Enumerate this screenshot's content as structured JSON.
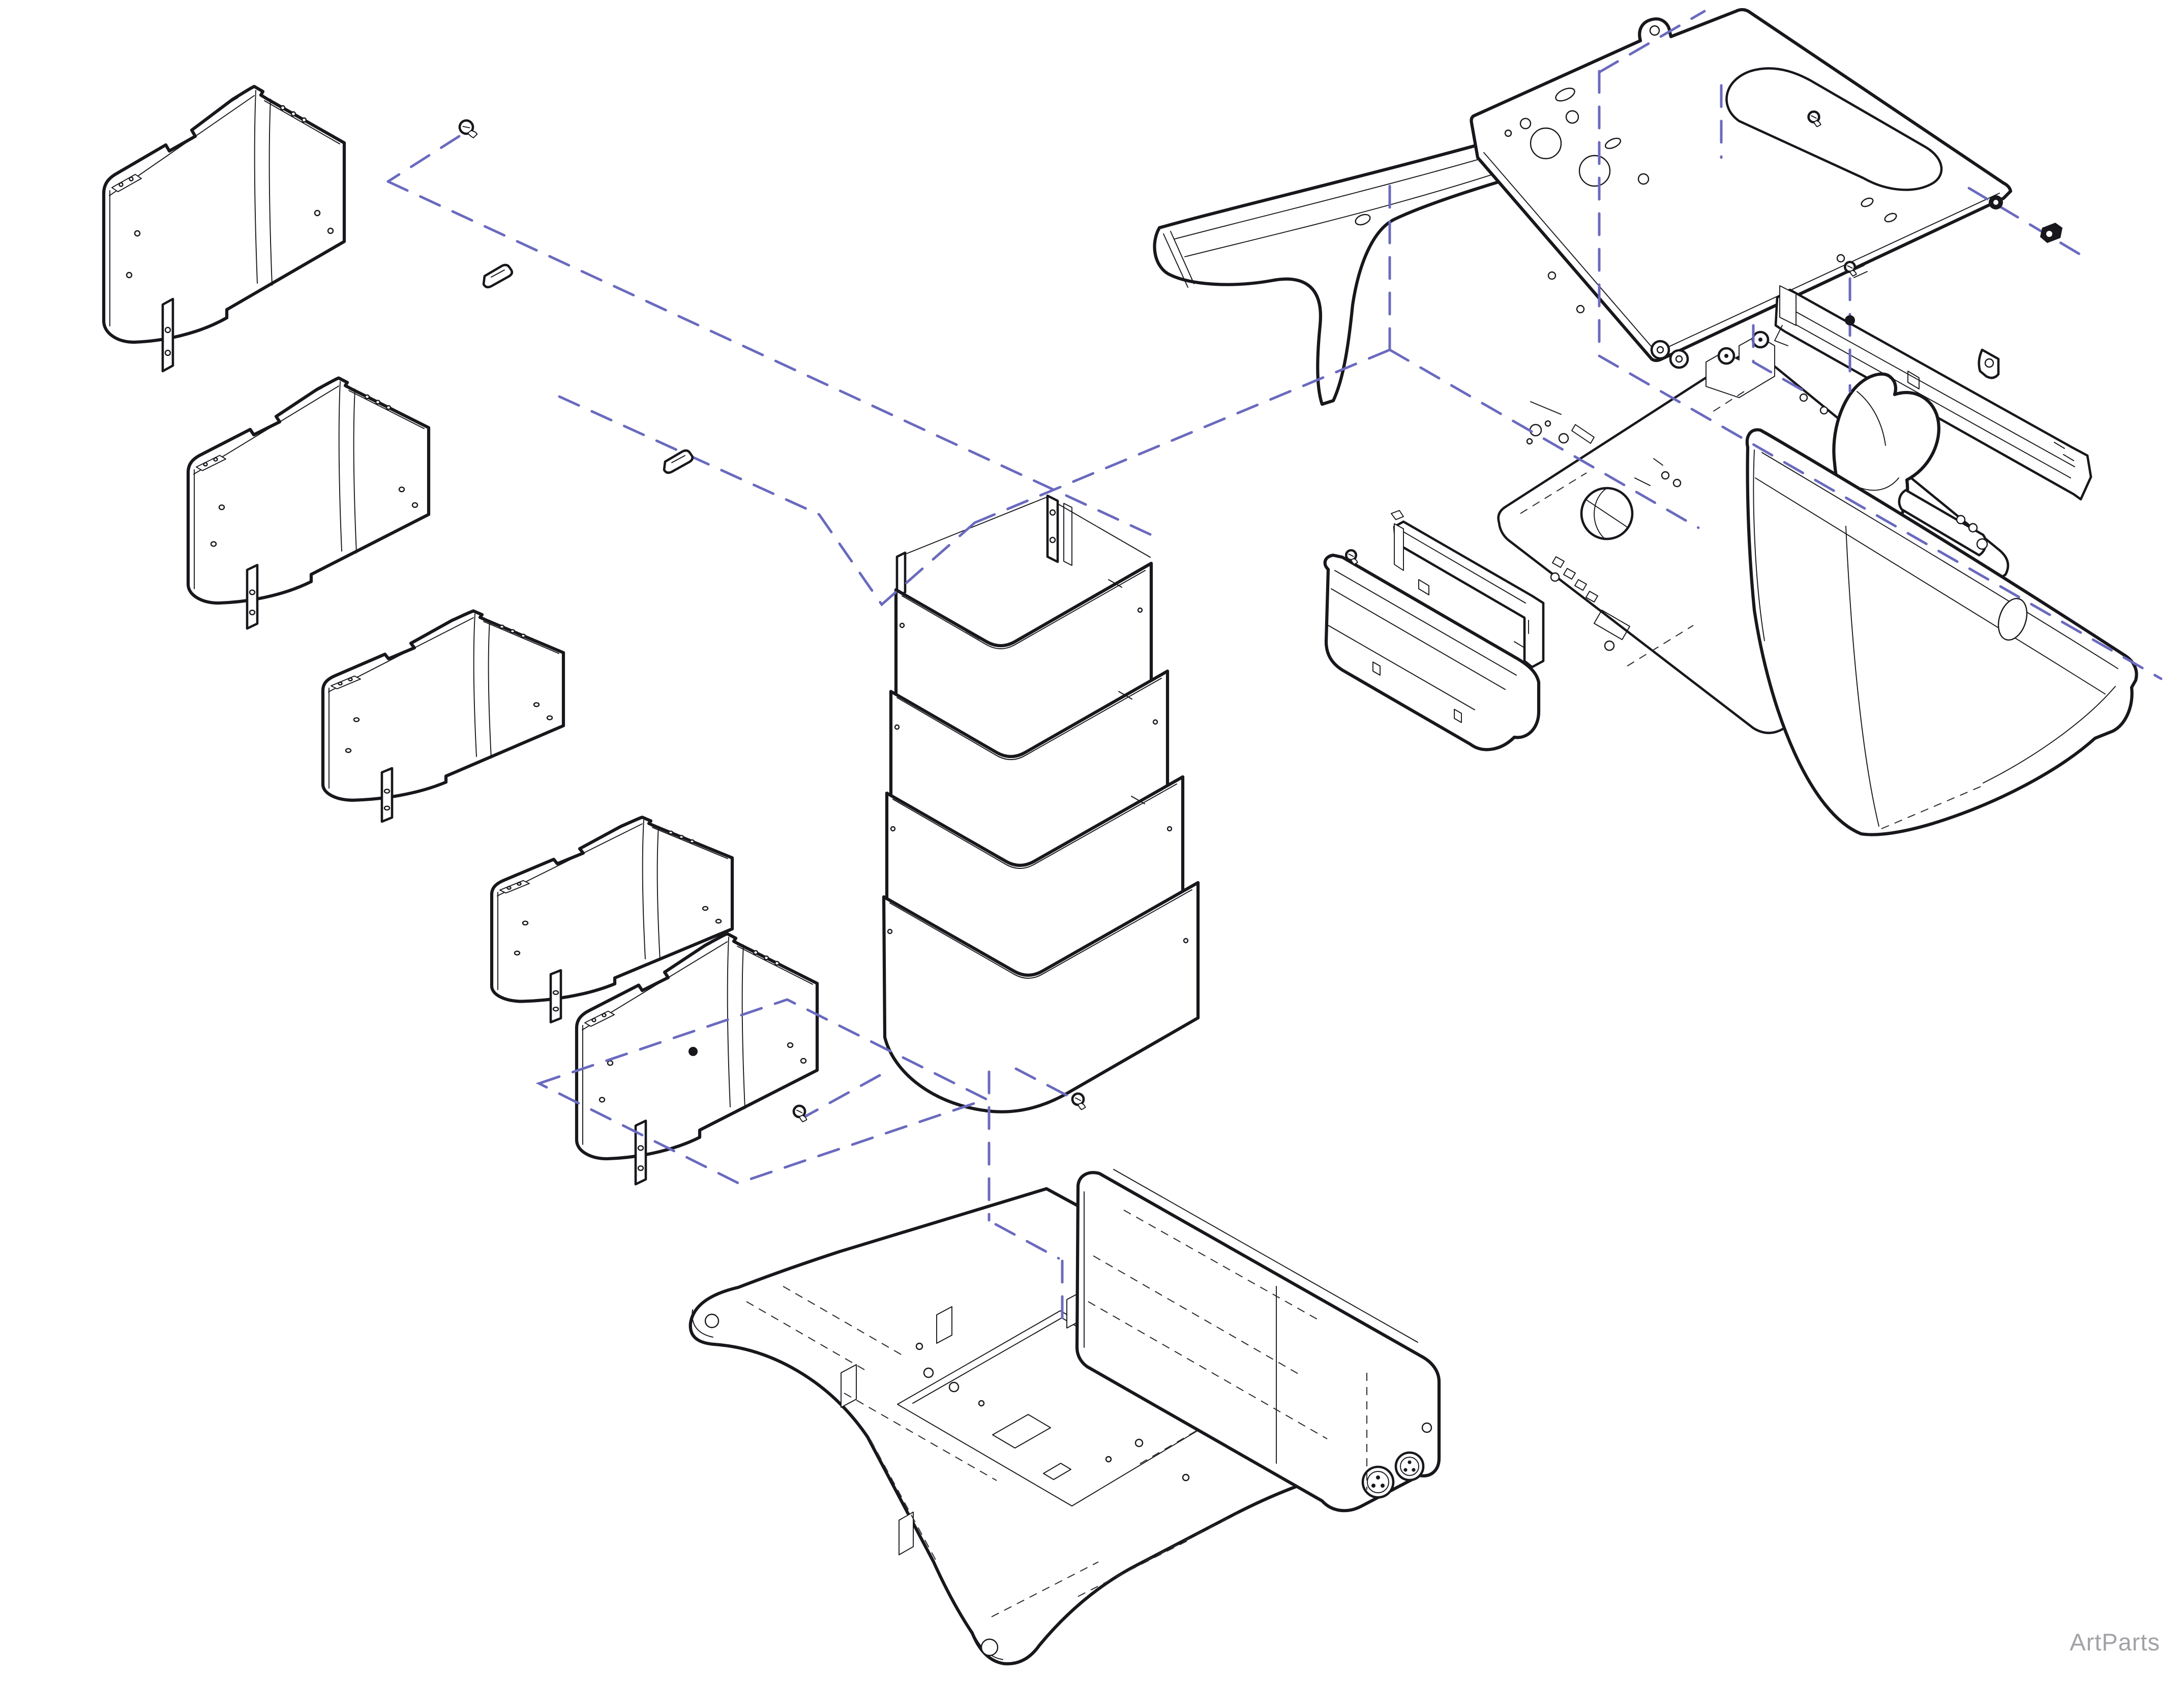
{
  "watermark": {
    "text": "ArtParts"
  },
  "colors": {
    "line": "#17171c",
    "dashed_accent": "#6A6ABF",
    "hidden_line": "#2a2a30",
    "watermark_gray": "#A2A2A7",
    "background": "#FFFFFF"
  },
  "diagram": {
    "type": "exploded-assembly-diagram",
    "parts": [
      {
        "id": "column-cover-1",
        "name": "U-shaped column cover segment (top)"
      },
      {
        "id": "column-cover-2",
        "name": "U-shaped column cover segment"
      },
      {
        "id": "column-cover-3",
        "name": "U-shaped column cover segment"
      },
      {
        "id": "column-cover-4",
        "name": "U-shaped column cover segment"
      },
      {
        "id": "column-cover-5",
        "name": "U-shaped column cover segment (bottom)"
      },
      {
        "id": "telescoping-column",
        "name": "Telescoping column, four nested bands"
      },
      {
        "id": "side-trim-panel",
        "name": "Curved side trim panel"
      },
      {
        "id": "seat-mount-tray",
        "name": "Seat mount plate with U-cutout and ear tabs"
      },
      {
        "id": "mounting-rail",
        "name": "Mounting rail with end hook"
      },
      {
        "id": "chassis-plate",
        "name": "Chassis plate with release latch and actuator"
      },
      {
        "id": "release-latch",
        "name": "Release latch (spade shaped)"
      },
      {
        "id": "front-bumper-bracket",
        "name": "Front bumper bracket"
      },
      {
        "id": "front-bumper-cover",
        "name": "Front bumper cover"
      },
      {
        "id": "right-side-cover",
        "name": "Right side cover with oval opening"
      },
      {
        "id": "base-plate",
        "name": "Base plate with four feet"
      },
      {
        "id": "control-box",
        "name": "Control box with two power receptacles"
      }
    ],
    "fastener_callouts": [
      "screw",
      "clip-pin",
      "washer",
      "nut"
    ],
    "annotation_style": {
      "projection_lines": "blue dashed",
      "hidden_lines": "black dashed"
    }
  }
}
